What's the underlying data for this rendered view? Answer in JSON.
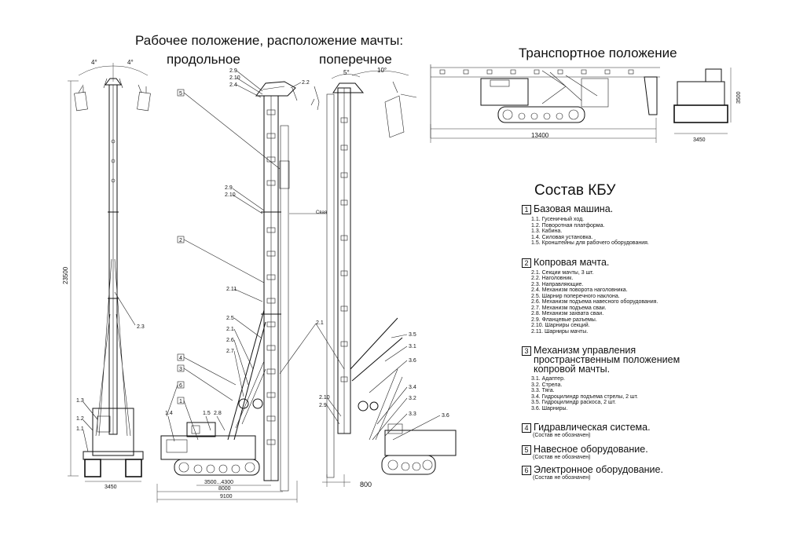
{
  "titles": {
    "main": "Рабочее положение, расположение мачты:",
    "longitudinal": "продольное",
    "transverse": "поперечное",
    "transport": "Транспортное положение"
  },
  "dimensions": {
    "total_height": "23500",
    "tilt_left": "4°",
    "tilt_right": "4°",
    "tilt_transverse_left": "5°",
    "tilt_transverse_right": "10°",
    "track_width_front": "3450",
    "reach_range": "3500...4300",
    "length_8000": "8000",
    "length_9100": "9100",
    "pile_offset": "800",
    "transport_length": "13400",
    "transport_height": "3500",
    "transport_width": "3450",
    "pile_label": "Свая"
  },
  "callouts": [
    "2.9",
    "2.10",
    "2.4",
    "2.2",
    "5",
    "2.9",
    "2.10",
    "2",
    "2.11",
    "2.5",
    "2.1",
    "2.6",
    "2.7",
    "4",
    "3",
    "6",
    "1",
    "1.4",
    "1.5",
    "2.8",
    "2.1",
    "2.3",
    "1.3",
    "1.2",
    "1.1",
    "2.10",
    "2.9",
    "3.5",
    "3.1",
    "3.6",
    "3.4",
    "3.2",
    "3.3",
    "3.6"
  ],
  "legend": {
    "title": "Состав КБУ",
    "sections": [
      {
        "num": "1",
        "title": "Базовая машина.",
        "items": [
          "1.1. Гусеничный ход.",
          "1.2. Поворотная платформа.",
          "1.3. Кабина.",
          "1.4. Силовая установка.",
          "1.5. Кронштейны для рабочего оборудования."
        ]
      },
      {
        "num": "2",
        "title": "Копровая мачта.",
        "items": [
          "2.1. Секции мачты, 3 шт.",
          "2.2. Наголовник.",
          "2.3. Направляющие.",
          "2.4. Механизм поворота наголовника.",
          "2.5. Шарнир поперечного наклона.",
          "2.6. Механизм подъема навесного оборудования.",
          "2.7. Механизм подъема сваи.",
          "2.8. Механизм захвата сваи.",
          "2.9. Фланцевые разъемы.",
          "2.10. Шарниры секций.",
          "2.11. Шарниры мачты."
        ]
      },
      {
        "num": "3",
        "title": "Механизм управления пространственным положением копровой мачты.",
        "items": [
          "3.1. Адаптер.",
          "3.2. Стрела.",
          "3.3. Тяга.",
          "3.4. Гидроцилиндр подъема стрелы, 2 шт.",
          "3.5. Гидроцилиндр раскоса, 2 шт.",
          "3.6. Шарниры."
        ]
      },
      {
        "num": "4",
        "title": "Гидравлическая система.",
        "note": "(Состав не обозначен)"
      },
      {
        "num": "5",
        "title": "Навесное оборудование.",
        "note": "(Состав не обозначен)"
      },
      {
        "num": "6",
        "title": "Электронное оборудование.",
        "note": "(Состав не обозначен)"
      }
    ]
  }
}
